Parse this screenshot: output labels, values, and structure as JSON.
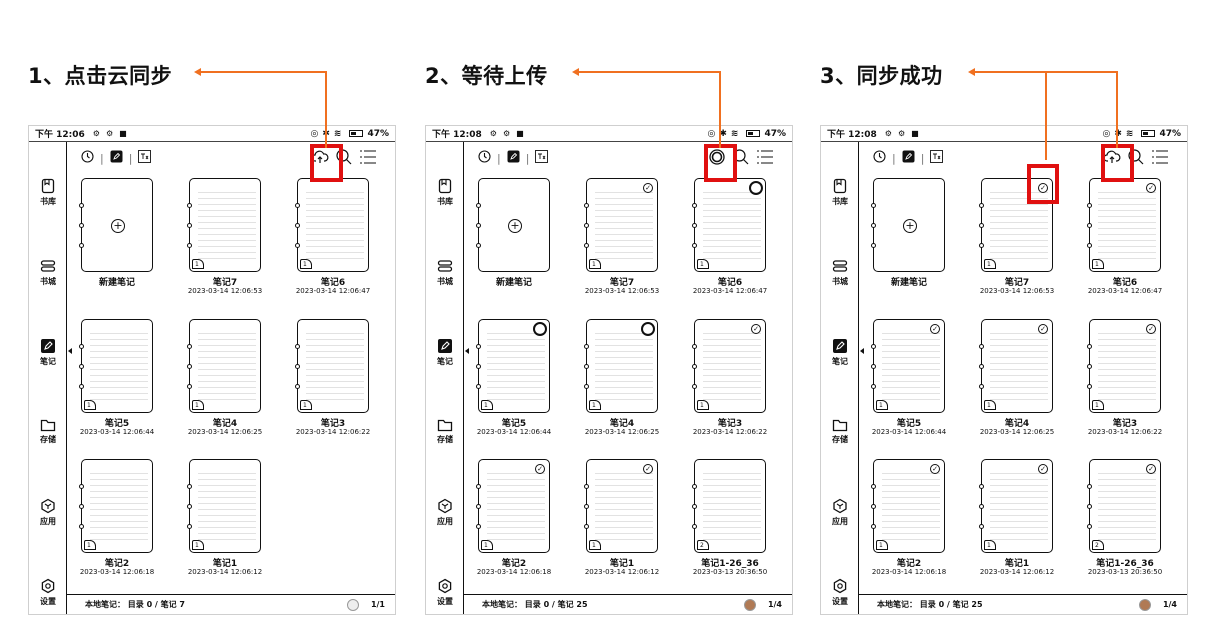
{
  "steps": [
    {
      "title": "1、点击云同步"
    },
    {
      "title": "2、等待上传"
    },
    {
      "title": "3、同步成功"
    }
  ],
  "colors": {
    "highlight": "#e01010",
    "arrow": "#f07020",
    "page_dot_1": "#eeeeee",
    "page_dot_2": "#b07a55"
  },
  "screens": [
    {
      "status": {
        "time": "下午 12:06",
        "battery": "47%"
      },
      "sidebar": [
        "书库",
        "书城",
        "笔记",
        "存储",
        "应用",
        "设置"
      ],
      "toolbar": {
        "icons": [
          "clock-icon",
          "note-icon",
          "text-icon"
        ],
        "right_icons": [
          "cloud-sync-icon",
          "search-icon",
          "list-icon"
        ]
      },
      "notes": [
        {
          "name": "新建笔记",
          "date": "",
          "type": "new"
        },
        {
          "name": "笔记7",
          "date": "2023-03-14 12:06:53",
          "pages": "1",
          "state": "none"
        },
        {
          "name": "笔记6",
          "date": "2023-03-14 12:06:47",
          "pages": "1",
          "state": "none"
        },
        {
          "name": "笔记5",
          "date": "2023-03-14 12:06:44",
          "pages": "1",
          "state": "none"
        },
        {
          "name": "笔记4",
          "date": "2023-03-14 12:06:25",
          "pages": "1",
          "state": "none"
        },
        {
          "name": "笔记3",
          "date": "2023-03-14 12:06:22",
          "pages": "1",
          "state": "none"
        },
        {
          "name": "笔记2",
          "date": "2023-03-14 12:06:18",
          "pages": "1",
          "state": "none"
        },
        {
          "name": "笔记1",
          "date": "2023-03-14 12:06:12",
          "pages": "1",
          "state": "none"
        }
      ],
      "footer": {
        "label": "本地笔记：  目录 0 / 笔记 7",
        "page": "1/1"
      }
    },
    {
      "status": {
        "time": "下午 12:08",
        "battery": "47%"
      },
      "sidebar": [
        "书库",
        "书城",
        "笔记",
        "存储",
        "应用",
        "设置"
      ],
      "toolbar": {
        "icons": [
          "clock-icon",
          "note-icon",
          "text-icon"
        ],
        "right_icons": [
          "syncing-icon",
          "search-icon",
          "list-icon"
        ]
      },
      "notes": [
        {
          "name": "新建笔记",
          "date": "",
          "type": "new"
        },
        {
          "name": "笔记7",
          "date": "2023-03-14 12:06:53",
          "pages": "1",
          "state": "synced"
        },
        {
          "name": "笔记6",
          "date": "2023-03-14 12:06:47",
          "pages": "1",
          "state": "pending"
        },
        {
          "name": "笔记5",
          "date": "2023-03-14 12:06:44",
          "pages": "1",
          "state": "pending"
        },
        {
          "name": "笔记4",
          "date": "2023-03-14 12:06:25",
          "pages": "1",
          "state": "pending"
        },
        {
          "name": "笔记3",
          "date": "2023-03-14 12:06:22",
          "pages": "1",
          "state": "synced"
        },
        {
          "name": "笔记2",
          "date": "2023-03-14 12:06:18",
          "pages": "1",
          "state": "synced"
        },
        {
          "name": "笔记1",
          "date": "2023-03-14 12:06:12",
          "pages": "1",
          "state": "synced"
        },
        {
          "name": "笔记1-26_36",
          "date": "2023-03-13 20:36:50",
          "pages": "2",
          "state": "none"
        }
      ],
      "footer": {
        "label": "本地笔记：  目录 0 / 笔记 25",
        "page": "1/4"
      }
    },
    {
      "status": {
        "time": "下午 12:08",
        "battery": "47%"
      },
      "sidebar": [
        "书库",
        "书城",
        "笔记",
        "存储",
        "应用",
        "设置"
      ],
      "toolbar": {
        "icons": [
          "clock-icon",
          "note-icon",
          "text-icon"
        ],
        "right_icons": [
          "cloud-sync-icon",
          "search-icon",
          "list-icon"
        ]
      },
      "notes": [
        {
          "name": "新建笔记",
          "date": "",
          "type": "new"
        },
        {
          "name": "笔记7",
          "date": "2023-03-14 12:06:53",
          "pages": "1",
          "state": "synced"
        },
        {
          "name": "笔记6",
          "date": "2023-03-14 12:06:47",
          "pages": "1",
          "state": "synced"
        },
        {
          "name": "笔记5",
          "date": "2023-03-14 12:06:44",
          "pages": "1",
          "state": "synced"
        },
        {
          "name": "笔记4",
          "date": "2023-03-14 12:06:25",
          "pages": "1",
          "state": "synced"
        },
        {
          "name": "笔记3",
          "date": "2023-03-14 12:06:22",
          "pages": "1",
          "state": "synced"
        },
        {
          "name": "笔记2",
          "date": "2023-03-14 12:06:18",
          "pages": "1",
          "state": "synced"
        },
        {
          "name": "笔记1",
          "date": "2023-03-14 12:06:12",
          "pages": "1",
          "state": "synced"
        },
        {
          "name": "笔记1-26_36",
          "date": "2023-03-13 20:36:50",
          "pages": "2",
          "state": "synced"
        }
      ],
      "footer": {
        "label": "本地笔记：  目录 0 / 笔记 25",
        "page": "1/4"
      }
    }
  ]
}
